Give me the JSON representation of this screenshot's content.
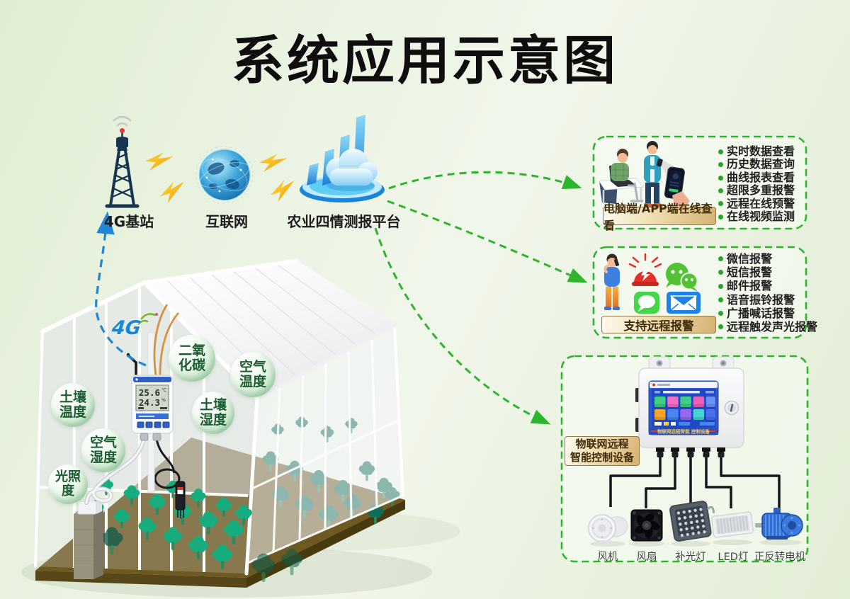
{
  "title": "系统应用示意图",
  "flow": {
    "tower_label": "4G基站",
    "internet_label": "互联网",
    "platform_label": "农业四情测报平台",
    "fourg_badge": "4G"
  },
  "greenhouse": {
    "bubbles": [
      {
        "line1": "土壤",
        "line2": "温度"
      },
      {
        "line1": "空气",
        "line2": "湿度"
      },
      {
        "line1": "光照",
        "line2": "度"
      },
      {
        "line1": "二氧",
        "line2": "化碳"
      },
      {
        "line1": "空气",
        "line2": "温度"
      },
      {
        "line1": "土壤",
        "line2": "湿度"
      }
    ],
    "sensor_display": {
      "temperature": "25.6",
      "temp_unit": "℃",
      "humidity": "24.3",
      "hum_unit": "%"
    }
  },
  "panel_view": {
    "label": "电脑端/APP端在线查看",
    "items": [
      "实时数据查看",
      "历史数据查询",
      "曲线报表查看",
      "超限多重报警",
      "远程在线预警",
      "在线视频监测"
    ]
  },
  "panel_alarm": {
    "label": "支持远程报警",
    "items": [
      "微信报警",
      "短信报警",
      "邮件报警",
      "语音振铃报警",
      "广播喊话报警",
      "远程触发声光报警"
    ]
  },
  "panel_control": {
    "label_line1": "物联网远程",
    "label_line2": "智能控制设备",
    "screen_banner": "物联网远程智能 控制设备",
    "devices": [
      "风机",
      "风扇",
      "补光灯",
      "LED灯",
      "正反转电机"
    ]
  },
  "colors": {
    "accent_green": "#2db52d",
    "dashed_blue": "#1f86d8",
    "gold_label": "#d6b272"
  }
}
